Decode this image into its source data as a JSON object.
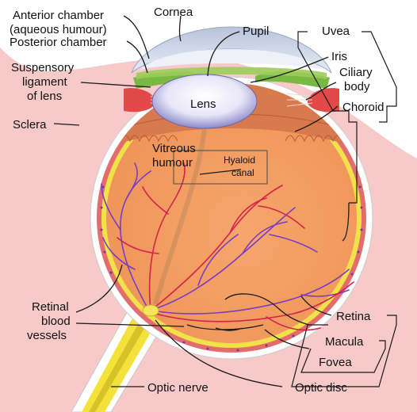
{
  "labels": {
    "anterior_chamber_1": "Anterior chamber",
    "anterior_chamber_2": "(aqueous humour)",
    "cornea": "Cornea",
    "posterior_chamber": "Posterior chamber",
    "pupil": "Pupil",
    "uvea": "Uvea",
    "iris": "Iris",
    "suspensory_1": "Suspensory",
    "suspensory_2": "ligament",
    "suspensory_3": "of lens",
    "ciliary_1": "Ciliary",
    "ciliary_2": "body",
    "lens": "Lens",
    "choroid": "Choroid",
    "sclera": "Sclera",
    "vitreous_1": "Vitreous",
    "vitreous_2": "humour",
    "hyaloid_1": "Hyaloid",
    "hyaloid_2": "canal",
    "retinal_1": "Retinal",
    "retinal_2": "blood",
    "retinal_3": "vessels",
    "retina": "Retina",
    "macula": "Macula",
    "fovea": "Fovea",
    "optic_nerve": "Optic nerve",
    "optic_disc": "Optic disc"
  },
  "colors": {
    "background_pink": "#f7c9c9",
    "vitreous_orange": "#f4a266",
    "sclera_white": "#ffffff",
    "choroid_red": "#e06a6a",
    "retina_yellow": "#f2e24a",
    "iris_green": "#7ab844",
    "cornea_blue": "#c9d4e6",
    "lens_lavender": "#c8c4ee",
    "optic_nerve_yellow": "#f3e23a",
    "vessel_purple": "#7a3cc4",
    "vessel_red": "#d4224a"
  }
}
